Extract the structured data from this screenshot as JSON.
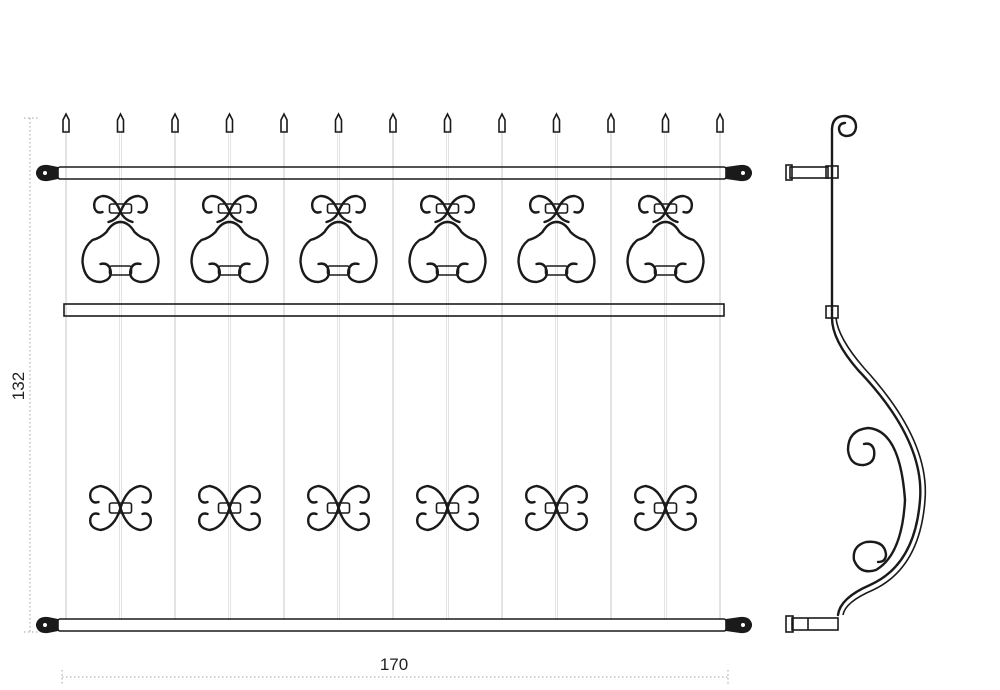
{
  "drawing": {
    "height_label": "132",
    "width_label": "170",
    "bar_count": 13,
    "panel_count": 6
  },
  "colors": {
    "ink": "#1a1a1a",
    "dimension_line": "#888888",
    "background": "#ffffff"
  }
}
